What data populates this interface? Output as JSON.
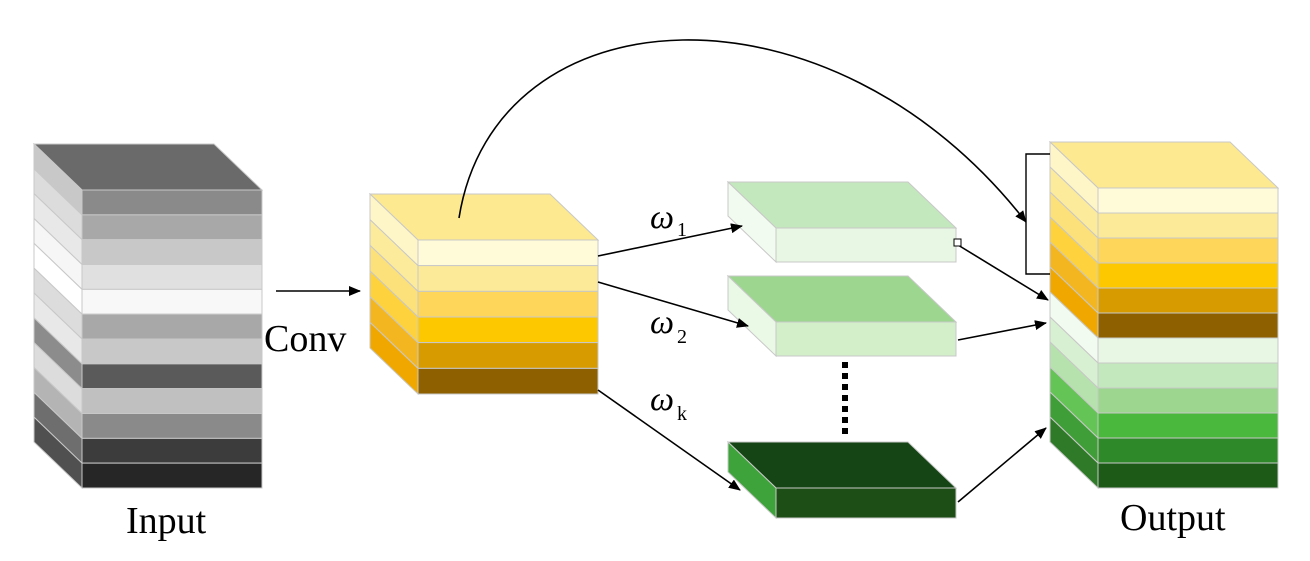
{
  "labels": {
    "input": "Input",
    "conv": "Conv",
    "output": "Output",
    "w1": "ω",
    "w1_sub": "1",
    "w2": "ω",
    "w2_sub": "2",
    "wk": "ω",
    "wk_sub": "k"
  },
  "blocks": {
    "input": {
      "top_color": "#6a6a6a",
      "front": [
        "#8a8a8a",
        "#a8a8a8",
        "#c8c8c8",
        "#e0e0e0",
        "#f8f8f8",
        "#a8a8a8",
        "#c8c8c8",
        "#5a5a5a",
        "#c0c0c0",
        "#8a8a8a",
        "#3c3c3c",
        "#262626"
      ],
      "side": [
        "#c8c8c8",
        "#dcdcdc",
        "#e8e8e8",
        "#f6f6f6",
        "#ffffff",
        "#dcdcdc",
        "#e8e8e8",
        "#8c8c8c",
        "#dcdcdc",
        "#b4b4b4",
        "#6e6e6e",
        "#505050"
      ]
    },
    "conv": {
      "top_color": "#fde98f",
      "front": [
        "#fffbd8",
        "#fdea98",
        "#fdd65a",
        "#fec800",
        "#d79b00",
        "#8e6000"
      ],
      "side": [
        "#fff6c8",
        "#fdeb9c",
        "#fce07a",
        "#fdd23c",
        "#f4b620",
        "#f0a800"
      ]
    },
    "w1_map": {
      "top_color": "#c4e8bd",
      "front_color": "#e8f7e4",
      "side_color": "#f2fbef"
    },
    "w2_map": {
      "top_color": "#9cd68f",
      "front_color": "#d2efca",
      "side_color": "#eaf8e6"
    },
    "wk_map": {
      "top_color": "#154515",
      "front_color": "#1d4e16",
      "side_color": "#3ea33a"
    },
    "output": {
      "top_color": "#fde98f",
      "front": [
        "#fffbd8",
        "#fdea98",
        "#fdd65a",
        "#fec800",
        "#d79b00",
        "#8e6000",
        "#e8f7e4",
        "#c4e8bd",
        "#9cd68f",
        "#4ab83c",
        "#2e8a28",
        "#1d5a18"
      ],
      "side": [
        "#fff6c8",
        "#fdeb9c",
        "#fce07a",
        "#fdd23c",
        "#f4b620",
        "#f0a800",
        "#f2fbef",
        "#d8f0d2",
        "#b6e2ad",
        "#64c456",
        "#409e38",
        "#2f7a28"
      ]
    }
  }
}
